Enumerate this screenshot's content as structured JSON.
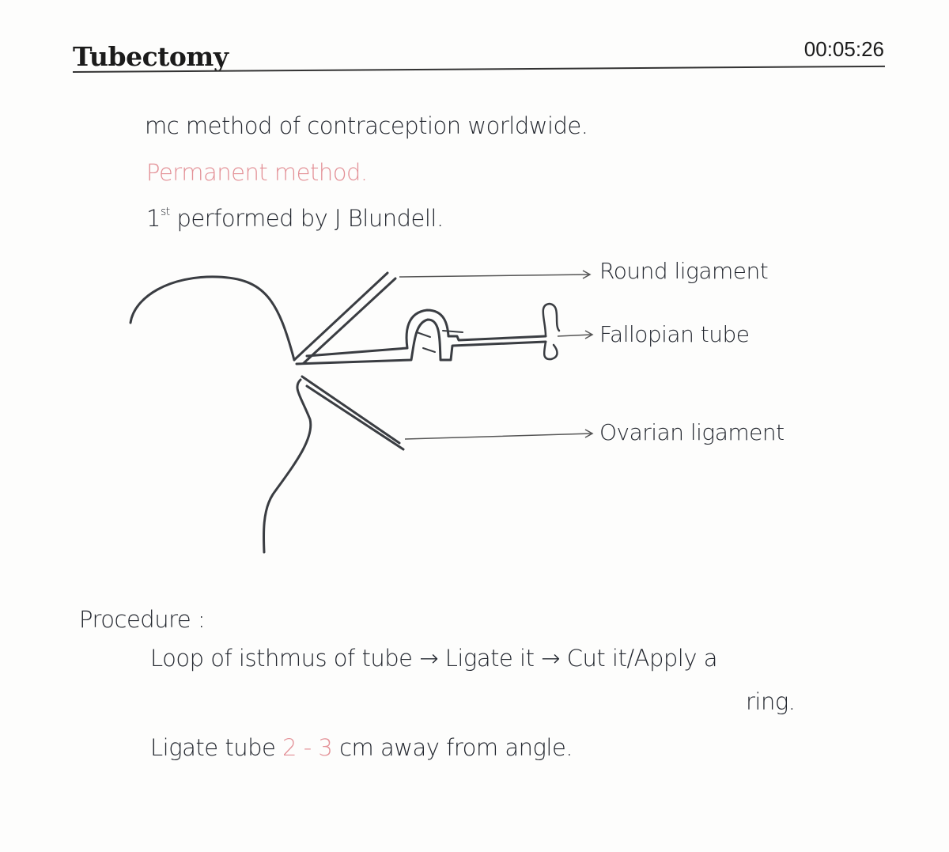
{
  "header": {
    "title": "Tubectomy",
    "timer": "00:05:26"
  },
  "notes": {
    "line1": "mc method of contraception worldwide.",
    "line2": "Permanent method.",
    "line3_prefix": "1",
    "line3_sup": "st",
    "line3_rest": " performed by J Blundell."
  },
  "diagram": {
    "labels": {
      "round_ligament": "Round ligament",
      "fallopian_tube": "Fallopian tube",
      "ovarian_ligament": "Ovarian ligament"
    }
  },
  "procedure": {
    "heading": "Procedure :",
    "step_line1": "Loop of isthmus of tube → Ligate it → Cut it/Apply a",
    "step_line2": "ring.",
    "ligate_prefix": "Ligate tube ",
    "ligate_range": "2 - 3",
    "ligate_suffix": " cm away from angle."
  },
  "colors": {
    "ink": "#22262e",
    "highlight_pink": "#e39096"
  }
}
